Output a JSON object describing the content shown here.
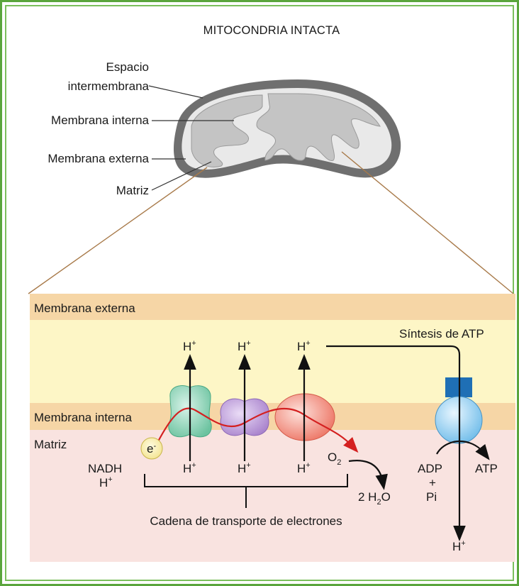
{
  "title": "MITOCONDRIA INTACTA",
  "top_labels": {
    "espacio_line1": "Espacio",
    "espacio_line2": "intermembrana",
    "membrana_interna": "Membrana interna",
    "membrana_externa": "Membrana externa",
    "matriz": "Matriz"
  },
  "bands": {
    "membrana_externa": "Membrana externa",
    "membrana_interna": "Membrana interna",
    "matriz": "Matriz",
    "sintesis": "Síntesis de ATP"
  },
  "chain": {
    "proton": "H",
    "proton_charge": "+",
    "electron": "e",
    "electron_charge": "-",
    "nadh": "NADH",
    "oxygen": "O",
    "oxygen_sub": "2",
    "water_prefix": "2 H",
    "water_sub": "2",
    "water_suffix": "O",
    "caption": "Cadena de transporte de electrones"
  },
  "synthase": {
    "adp": "ADP",
    "plus": "+",
    "pi": "Pi",
    "atp": "ATP"
  },
  "colors": {
    "frame_border": "#5aa53c",
    "outer_membrane_band": "#f6d6a6",
    "intermembrane_space": "#fdf6c6",
    "inner_membrane_band": "#f6d6a6",
    "matrix": "#f9e3e0",
    "complex_1": "#8fd6bb",
    "complex_2": "#c3a2dc",
    "complex_3": "#f28f80",
    "atp_synthase_head": "#a9d8f4",
    "atp_synthase_stalk": "#1f6fb5",
    "electron_path": "#d42020",
    "mito_outer": "#6f6f6f",
    "mito_inner": "#c4c4c4"
  }
}
